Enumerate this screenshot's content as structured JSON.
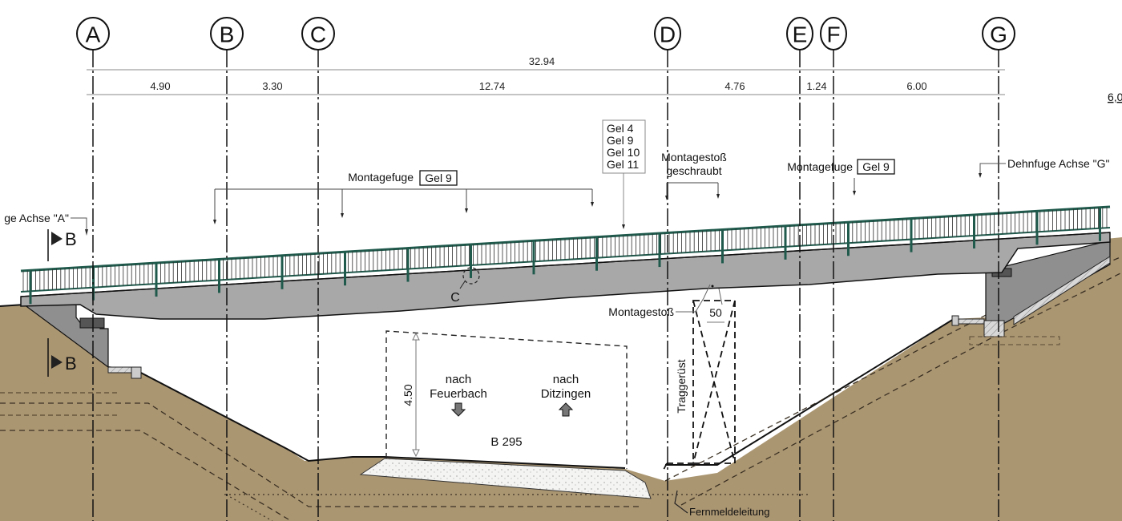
{
  "drawing": {
    "colors": {
      "soil": "#ab9672",
      "concrete": "#a8a8a8",
      "abutment": "#8f8f8f",
      "railing": "#1f5a4c",
      "line": "#111111"
    },
    "axes": [
      {
        "id": "A"
      },
      {
        "id": "B"
      },
      {
        "id": "C"
      },
      {
        "id": "D"
      },
      {
        "id": "E"
      },
      {
        "id": "F"
      },
      {
        "id": "G"
      }
    ],
    "dimensions": {
      "total": "32.94",
      "segments": [
        "4.90",
        "3.30",
        "12.74",
        "4.76",
        "1.24",
        "6.00"
      ],
      "edge_cut": "6,0"
    },
    "labels": {
      "left_joint": "ge Achse \"A\"",
      "right_joint": "Dehnfuge Achse \"G\"",
      "montagefuge_left": "Montagefuge",
      "montagefuge_left_tag": "Gel 9",
      "montagefuge_right": "Montagefuge",
      "montagefuge_right_tag": "Gel 9",
      "gel_list": [
        "Gel 4",
        "Gel 9",
        "Gel 10",
        "Gel 11"
      ],
      "montagestoss_bolted_1": "Montagestoß",
      "montagestoss_bolted_2": "geschraubt",
      "montagestoss": "Montagestoß",
      "dim_50": "50",
      "detail_c": "C",
      "section_b": "B",
      "clearance": "4.50",
      "dir_left_1": "nach",
      "dir_left_2": "Feuerbach",
      "dir_right_1": "nach",
      "dir_right_2": "Ditzingen",
      "road": "B 295",
      "scaffold": "Traggerüst",
      "telecom": "Fernmeldeleitung"
    }
  }
}
